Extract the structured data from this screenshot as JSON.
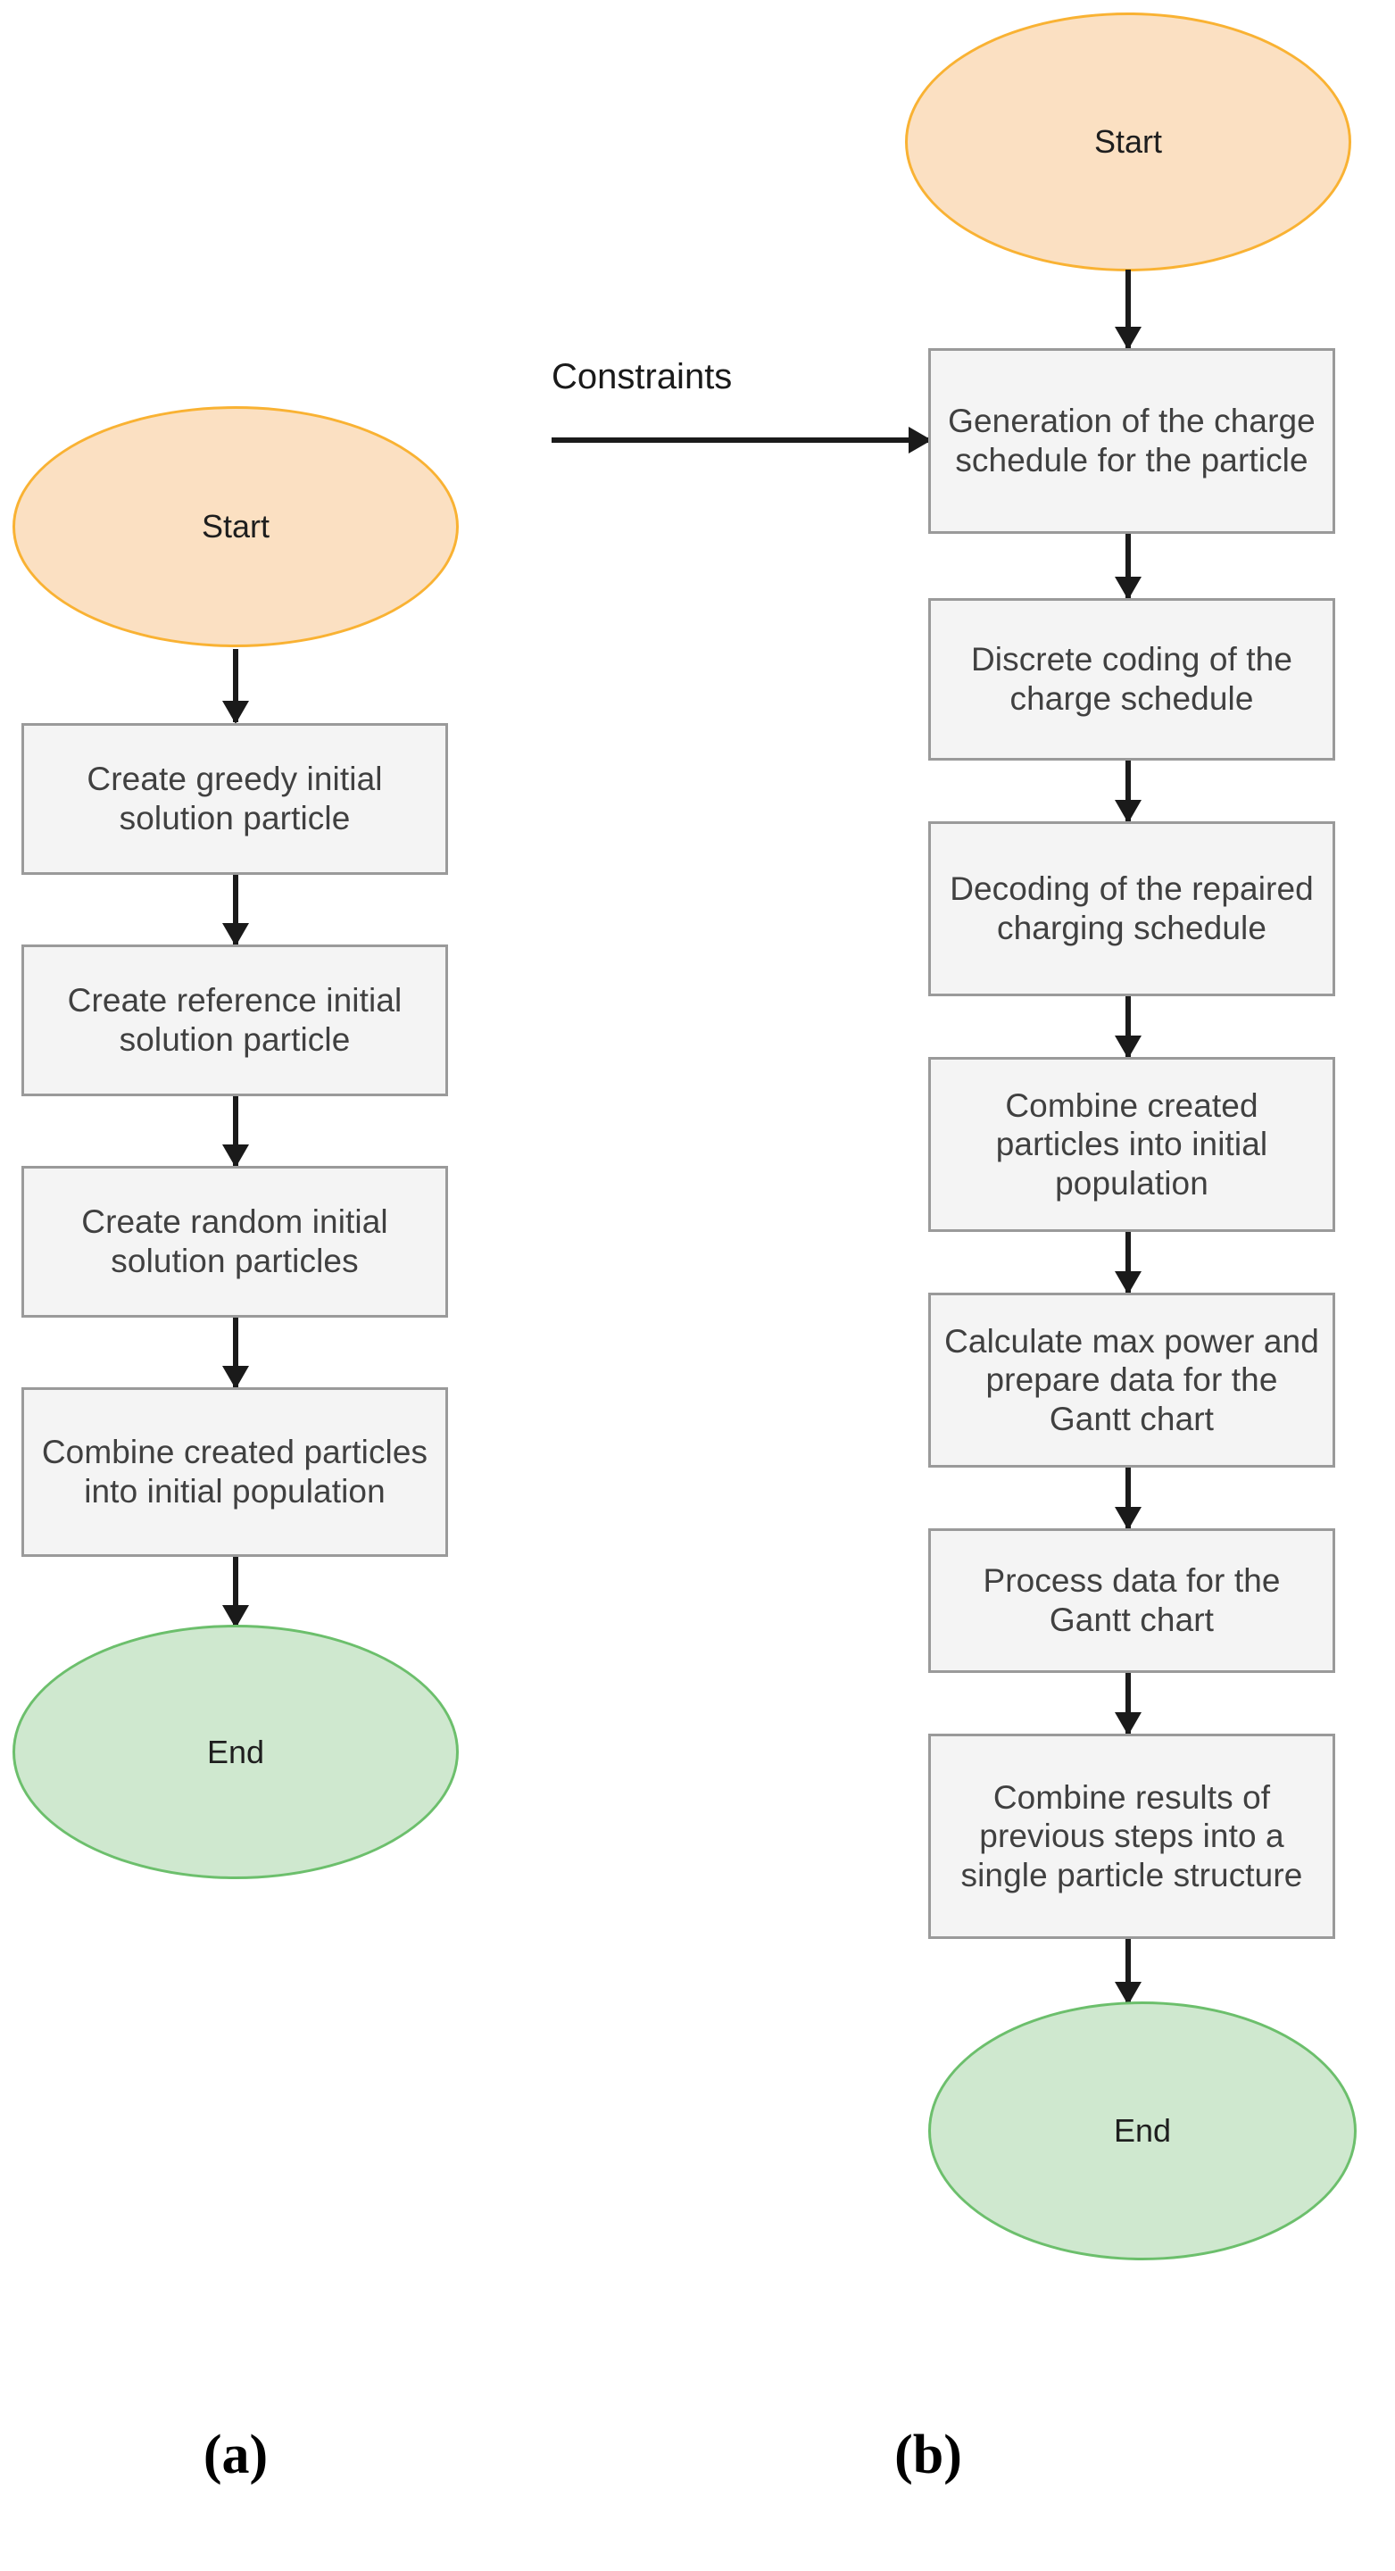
{
  "figure": {
    "panels": [
      {
        "id": "a",
        "caption": "(a)",
        "start_label": "Start",
        "end_label": "End",
        "steps": [
          "Create greedy initial solution particle",
          "Create reference initial solution particle",
          "Create random initial solution particles",
          "Combine created particles into initial population"
        ]
      },
      {
        "id": "b",
        "caption": "(b)",
        "start_label": "Start",
        "end_label": "End",
        "input_label": "Constraints",
        "steps": [
          "Generation of the charge schedule for the particle",
          "Discrete coding of the charge schedule",
          "Decoding of the repaired charging schedule",
          "Combine created particles into initial population",
          "Calculate max power and prepare data for the Gantt chart",
          "Process data for the Gantt chart",
          "Combine results of previous steps into a single particle structure"
        ]
      }
    ],
    "colors": {
      "start_fill": "#fbe0c2",
      "start_border": "#f9b233",
      "end_fill": "#cfe8cf",
      "end_border": "#6cbf6c",
      "process_fill": "#f4f4f4",
      "process_border": "#9a9a9a",
      "connector": "#1a1a1a"
    }
  }
}
